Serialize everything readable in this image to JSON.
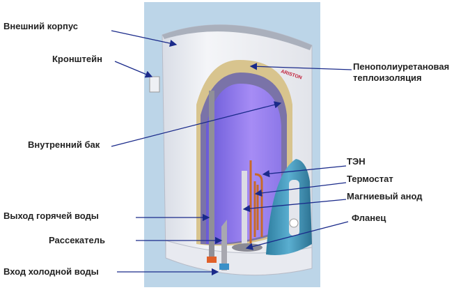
{
  "brand": "ARISTON",
  "labels": {
    "outer_case": "Внешний корпус",
    "bracket": "Кронштейн",
    "insulation_line1": "Пенополиуретановая",
    "insulation_line2": "теплоизоляция",
    "inner_tank": "Внутренний бак",
    "heater": "ТЭН",
    "thermostat": "Термостат",
    "anode": "Магниевый анод",
    "flange": "Фланец",
    "hot_outlet": "Выход горячей воды",
    "diffuser": "Рассекатель",
    "cold_inlet": "Вход холодной воды"
  },
  "colors": {
    "background": "#bcd5e8",
    "arrow": "#1a2a8a",
    "tank": "#9a80f0",
    "insulation": "#d8c48e",
    "cover": "#3d8fb0"
  }
}
